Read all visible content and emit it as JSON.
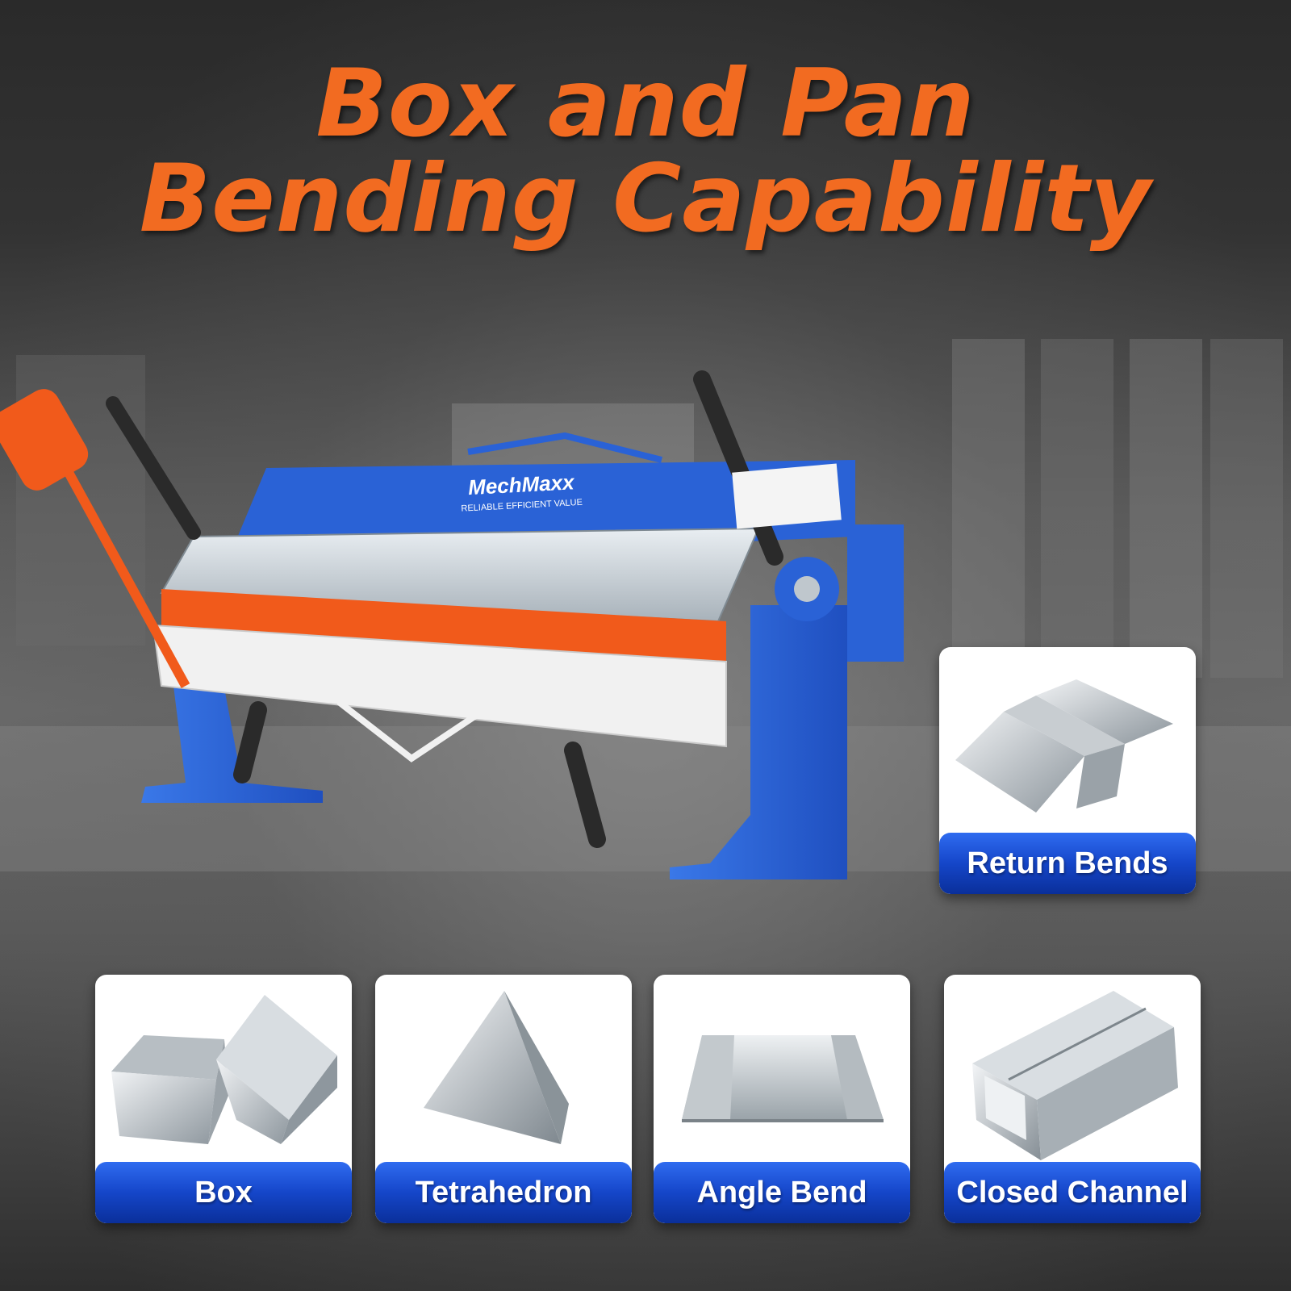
{
  "title": {
    "line1": "Box and Pan",
    "line2": "Bending Capability"
  },
  "machine": {
    "brand": "MechMaxx",
    "tagline": "RELIABLE EFFICIENT VALUE"
  },
  "capabilities": [
    {
      "label": "Return Bends",
      "icon": "return-bend-icon"
    },
    {
      "label": "Box",
      "icon": "box-icon"
    },
    {
      "label": "Tetrahedron",
      "icon": "tetrahedron-icon"
    },
    {
      "label": "Angle Bend",
      "icon": "angle-bend-icon"
    },
    {
      "label": "Closed Channel",
      "icon": "closed-channel-icon"
    }
  ],
  "colors": {
    "title": "#f26b21",
    "label_blue": "#1546c9",
    "machine_blue": "#2a62d6",
    "machine_orange": "#f15a1b"
  }
}
